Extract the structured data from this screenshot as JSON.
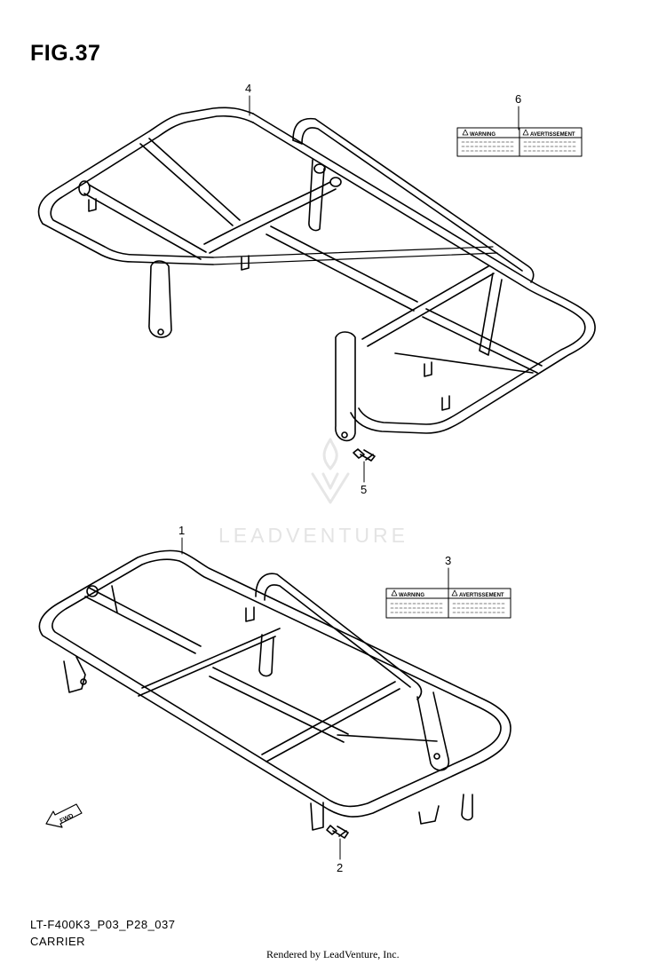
{
  "figure": {
    "title": "FIG.37"
  },
  "callouts": [
    {
      "id": "4",
      "text": "4"
    },
    {
      "id": "6",
      "text": "6"
    },
    {
      "id": "5",
      "text": "5"
    },
    {
      "id": "1",
      "text": "1"
    },
    {
      "id": "3",
      "text": "3"
    },
    {
      "id": "2",
      "text": "2"
    }
  ],
  "labels": {
    "warning": "WARNING",
    "avertissement": "AVERTISSEMENT"
  },
  "fwd_arrow": {
    "text": "FWD"
  },
  "watermark": {
    "text": "LEADVENTURE"
  },
  "footer": {
    "model_code": "LT-F400K3_P03_P28_037",
    "section": "CARRIER",
    "rendered_by": "Rendered by LeadVenture, Inc."
  }
}
